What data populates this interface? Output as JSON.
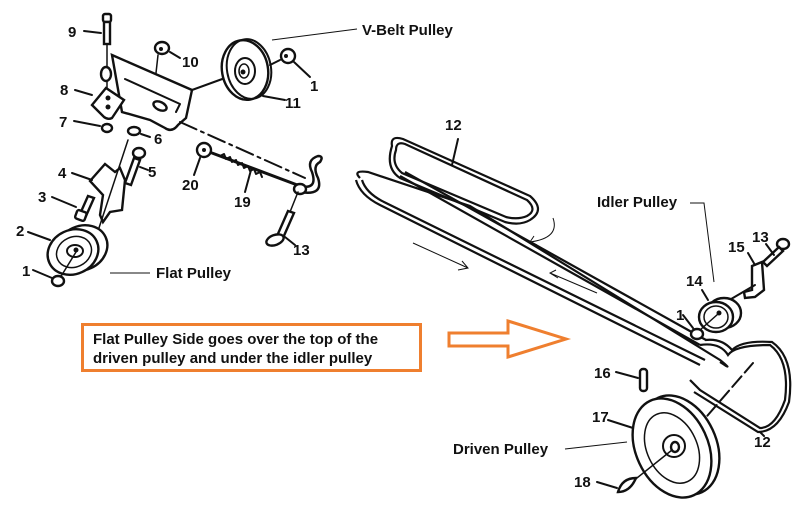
{
  "diagram": {
    "titles": {
      "v_belt_pulley": "V-Belt Pulley",
      "flat_pulley": "Flat Pulley",
      "idler_pulley": "Idler Pulley",
      "driven_pulley": "Driven Pulley"
    },
    "callout": {
      "text_line1": "Flat Pulley Side goes over the top of the",
      "text_line2": "driven pulley and under the idler pulley",
      "border_color": "#ef7f2f",
      "arrow_direction": "right"
    },
    "part_numbers": {
      "p9": "9",
      "p10": "10",
      "p1_top": "1",
      "p11": "11",
      "p8": "8",
      "p7": "7",
      "p6": "6",
      "p4": "4",
      "p5": "5",
      "p3": "3",
      "p2": "2",
      "p1_flat": "1",
      "p20": "20",
      "p19": "19",
      "p13_left": "13",
      "p12_top": "12",
      "p13_right": "13",
      "p15": "15",
      "p14": "14",
      "p1_idler": "1",
      "p16": "16",
      "p17": "17",
      "p12_bottom": "12",
      "p18": "18"
    }
  }
}
